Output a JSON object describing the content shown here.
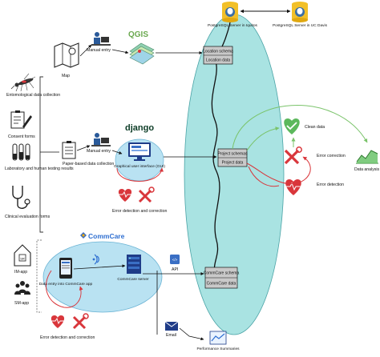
{
  "servers": {
    "iquitos": "PostgreSQL Server in Iquitos",
    "ucdavis": "PostgreSQL Server in UC Davis"
  },
  "inputs": {
    "map": "Map",
    "manual_entry_1": "Manual entry",
    "qgis": "QGIS",
    "django": "django",
    "manual_entry_2": "Manual entry",
    "gui": "Graphical user interface (GUI)",
    "paper": "Paper-based data collection",
    "error_1": "Error detection and correction",
    "commcare": "CommCare",
    "data_entry": "Data entry into CommCare app",
    "commcare_server": "CommCare server",
    "api": "API",
    "error_2": "Error detection and correction",
    "email": "Email",
    "performance": "Performance Summaries"
  },
  "sources": {
    "entomological": "Entomological data collection",
    "consent": "Consent forms",
    "laboratory": "Laboratory and human testing results",
    "clinical": "Clinical evaluation forms",
    "im_app": "IM-app",
    "sm_app": "SM-app"
  },
  "schemas": {
    "location_header": "Location schema",
    "location_data": "Location data",
    "project_header": "Project schemas",
    "project_data": "Project data",
    "commcare_header": "CommCare schema",
    "commcare_data": "CommCare data"
  },
  "outputs": {
    "clean": "Clean data",
    "correction": "Error correction",
    "detection": "Error detection",
    "analysis": "Data analysis"
  },
  "colors": {
    "ellipse": "#a9e3e2",
    "commcare_ellipse": "#b9e2f2",
    "error_red": "#d9363b",
    "clean_green": "#5cb85c",
    "schema_box": "#c9c9c9",
    "commcare_blue": "#2f6fd1"
  },
  "icons": {
    "map": "map-icon",
    "manual_entry": "person-at-desk-icon",
    "qgis": "qgis-logo",
    "database": "database-icon",
    "mosquito": "mosquito-icon",
    "consent": "clipboard-pen-icon",
    "laboratory": "test-tubes-icon",
    "clinical": "stethoscope-icon",
    "paper": "clipboard-icon",
    "computer": "computer-monitor-icon",
    "heart": "heart-pulse-icon",
    "tools": "wrench-screwdriver-icon",
    "phone": "phone-icon",
    "server": "server-icon",
    "wifi": "wireless-icon",
    "email": "envelope-icon",
    "chart": "line-chart-icon",
    "check": "heart-check-icon"
  }
}
